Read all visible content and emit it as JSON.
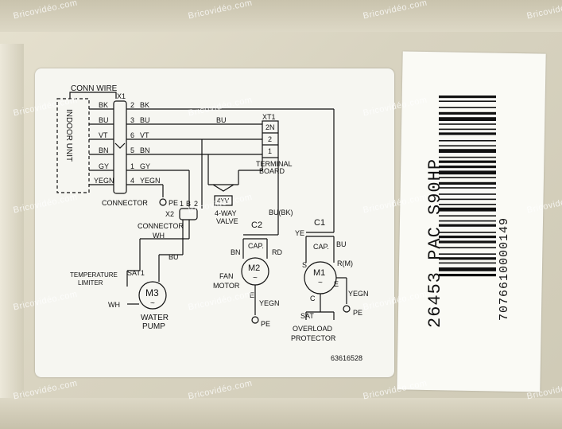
{
  "watermark": "Bricovidéo.com",
  "barcode_sticker": {
    "model": "26453 PAC S90HP",
    "serial": "7076610000149"
  },
  "wiring": {
    "conn_wire": "CONN WIRE",
    "indoor_unit": "INDOOR UNIT",
    "x1": "X1",
    "wires_left": [
      "BK",
      "BU",
      "VT",
      "BN",
      "GY",
      "YEGN"
    ],
    "pins": [
      "2",
      "3",
      "6",
      "5",
      "1",
      "4"
    ],
    "wires_right": [
      "BK",
      "BU",
      "VT",
      "BN",
      "GY",
      "YEGN"
    ],
    "connector_main": "CONNECTOR",
    "pe": "PE",
    "x2": "X2",
    "connector_2": "CONNECTOR",
    "wh": "WH",
    "bu": "BU",
    "x2_pins": [
      "1",
      "B",
      "2"
    ],
    "valve_coil": "4YV",
    "valve_label": [
      "4-WAY",
      "VALVE"
    ],
    "xt1": "XT1",
    "terminal_pins": [
      "2N",
      "2",
      "1"
    ],
    "terminal_label": [
      "TERMINAL",
      "BOARD"
    ],
    "bu_top": "BU",
    "bu_bk": "BU(BK)",
    "c2": "C2",
    "cap": "CAP.",
    "c1": "C1",
    "ye": "YE",
    "bn": "BN",
    "rd": "RD",
    "m2": "M2",
    "fan_motor": [
      "FAN",
      "MOTOR"
    ],
    "m1": "M1",
    "r_m": "R(M)",
    "yegn": "YEGN",
    "sat": "SAT",
    "overload": [
      "OVERLOAD",
      "PROTECTOR"
    ],
    "temp_limiter": [
      "TEMPERATURE",
      "LIMITER"
    ],
    "sat1": "SAT1",
    "m3": "M3",
    "water_pump": [
      "WATER",
      "PUMP"
    ],
    "c_letter": "C",
    "s_letter": "S",
    "e_letter": "E",
    "tilde": "~",
    "doc_number": "63616528"
  }
}
